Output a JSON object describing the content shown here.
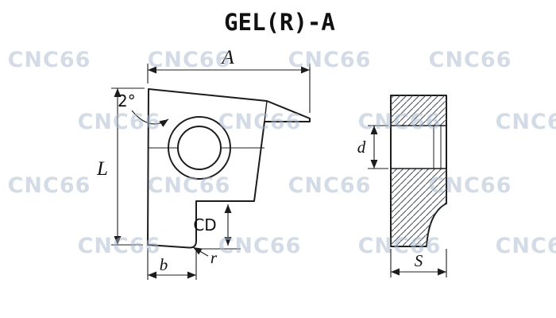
{
  "title": "GEL(R)-A",
  "watermark": "CNC66",
  "colors": {
    "body_fill": "#c6cfda",
    "outline": "#1c1c1c",
    "hatch": "#49525e",
    "watermark": "#a9bbcf"
  },
  "left_view": {
    "description": "insert side profile with mounting hole",
    "dims": {
      "width": "A",
      "height": "L",
      "angle": "2°",
      "edge_height": "CD",
      "base_width": "b",
      "corner_radius": "r"
    }
  },
  "right_view": {
    "description": "insert cross section",
    "dims": {
      "hole_diameter": "d",
      "thickness": "S"
    }
  }
}
